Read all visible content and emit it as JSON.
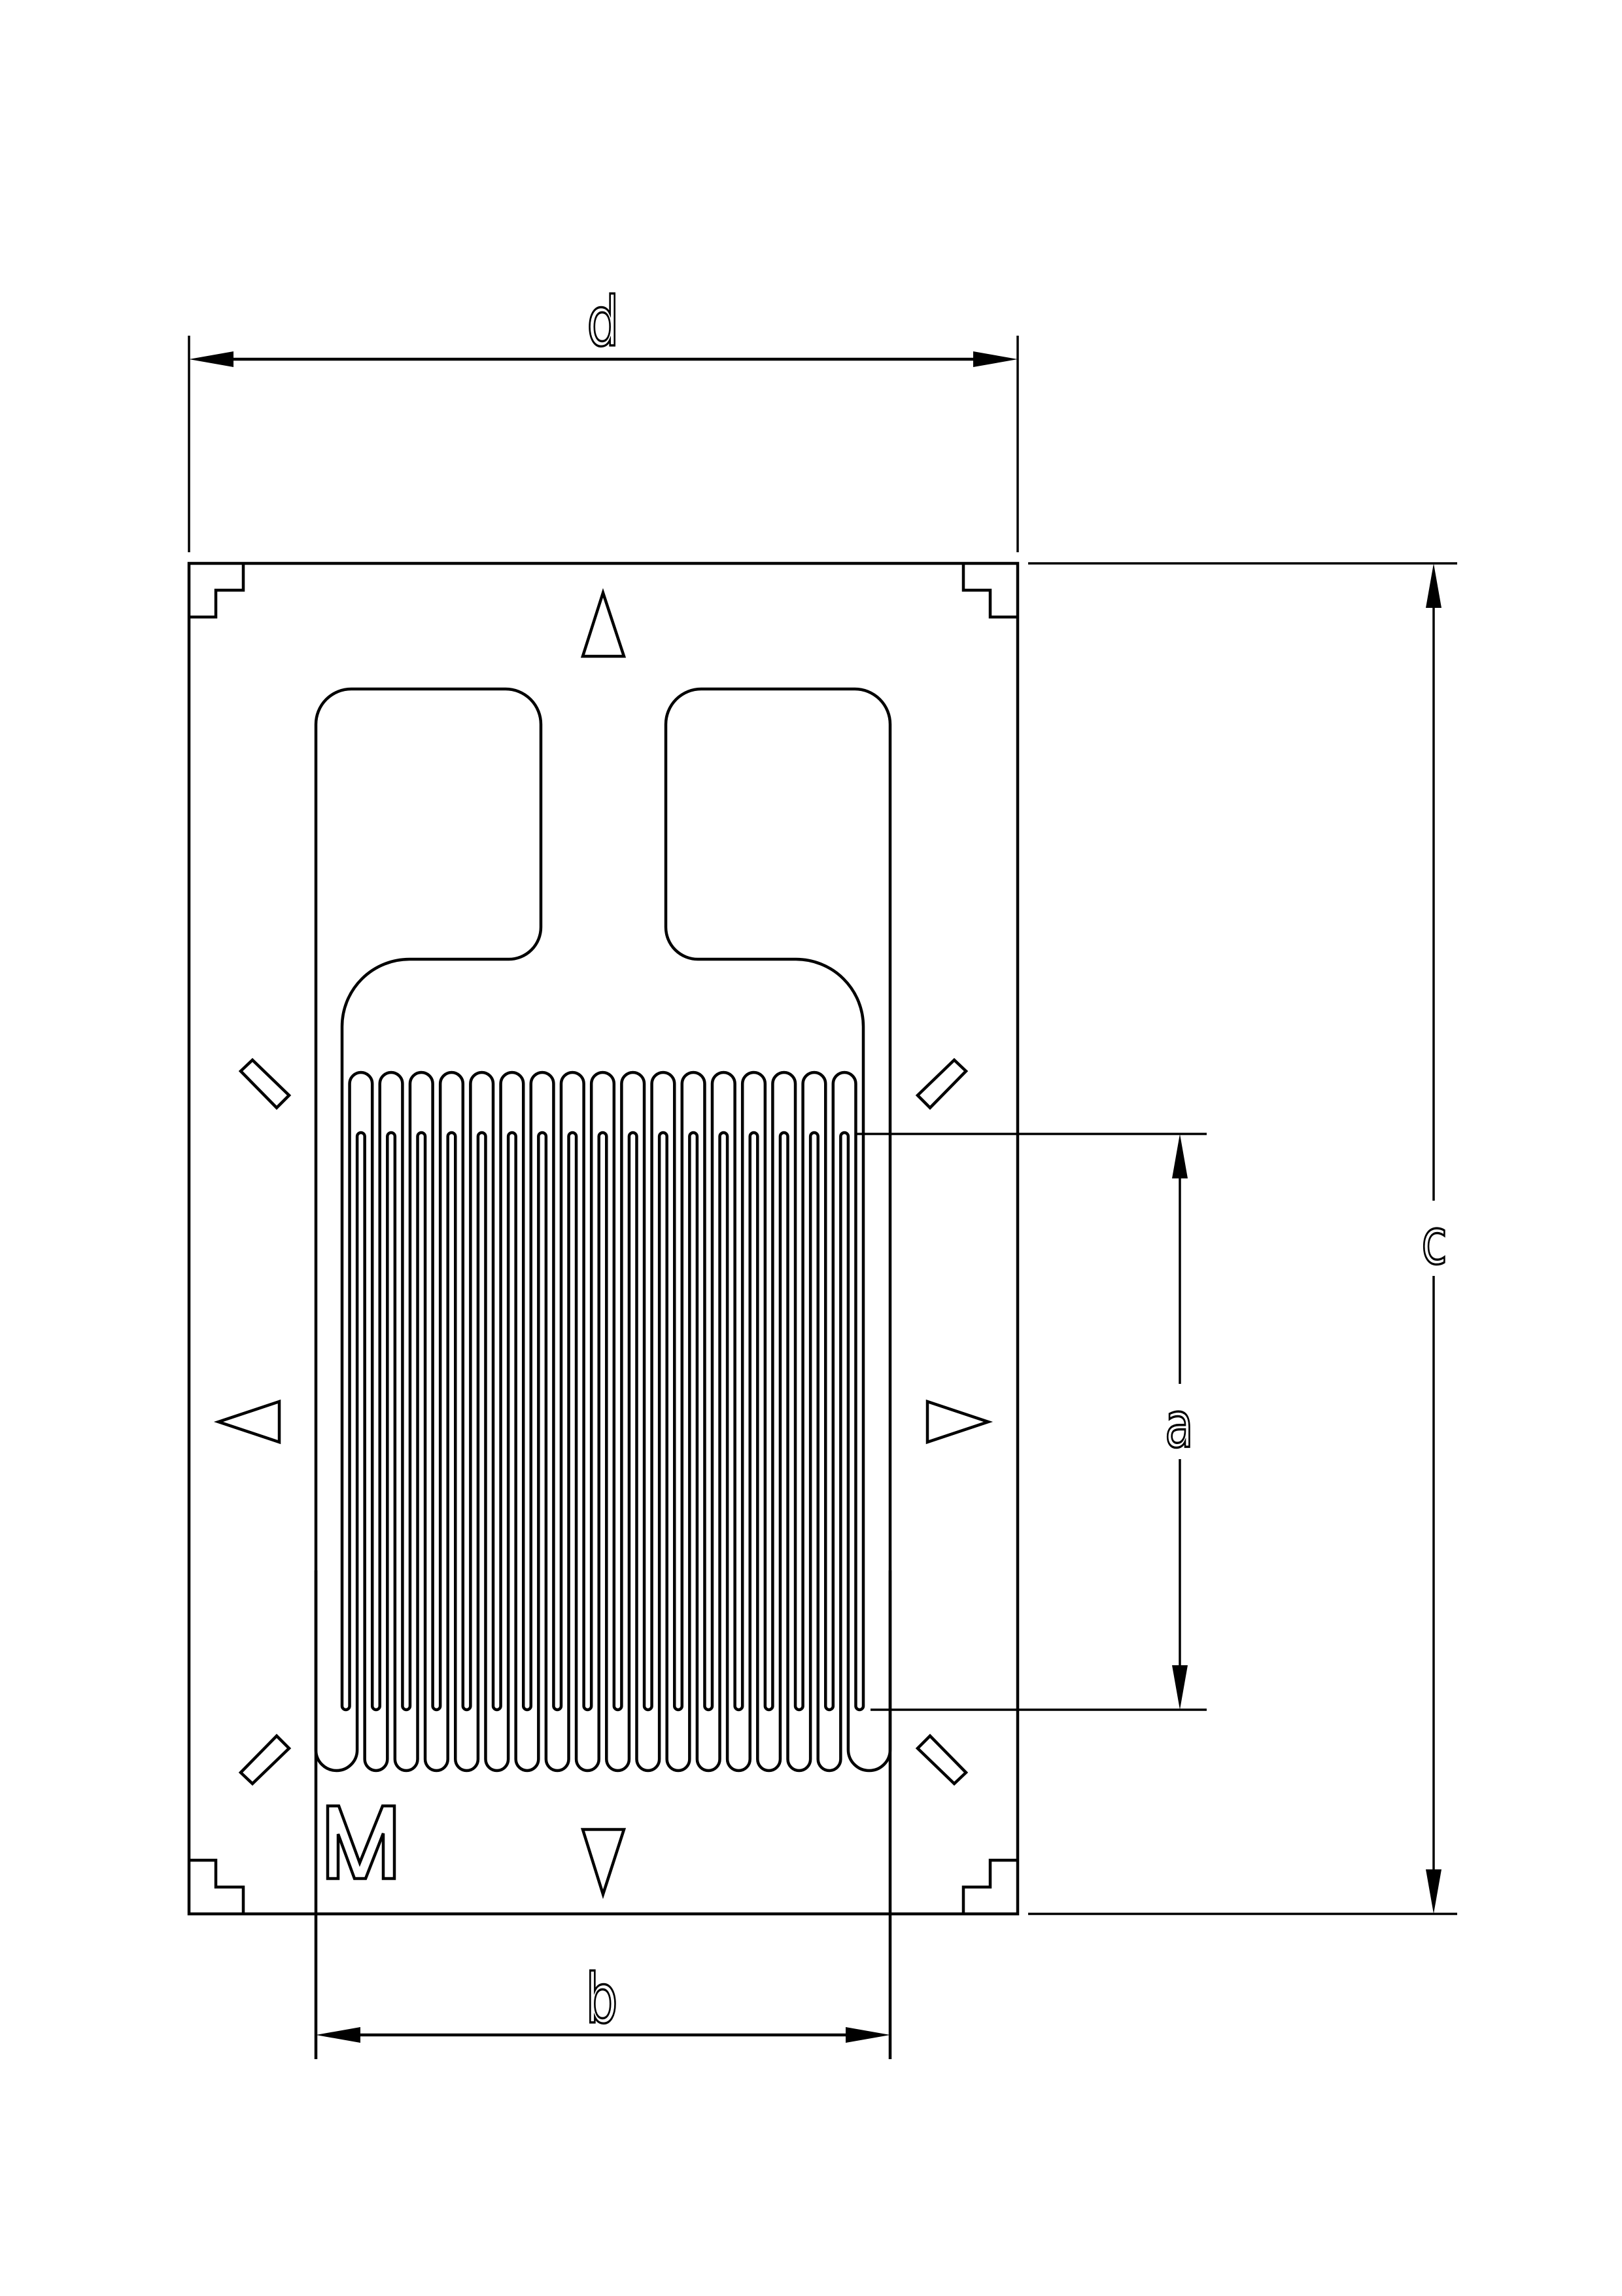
{
  "drawing": {
    "title": "Strain gauge dimension drawing",
    "stroke_color": "#000000",
    "background": "#ffffff"
  },
  "dimensions": {
    "a": {
      "label": "a",
      "meaning": "active grid length"
    },
    "b": {
      "label": "b",
      "meaning": "grid carrier width"
    },
    "c": {
      "label": "c",
      "meaning": "carrier length"
    },
    "d": {
      "label": "d",
      "meaning": "carrier width"
    }
  },
  "marking": {
    "label": "M"
  },
  "grid": {
    "top_loops": 17,
    "line_count": 70
  },
  "alignment_marks": {
    "triangles": [
      "up",
      "down",
      "left",
      "right"
    ],
    "diagonal_marks": 4,
    "corner_marks": 4
  }
}
